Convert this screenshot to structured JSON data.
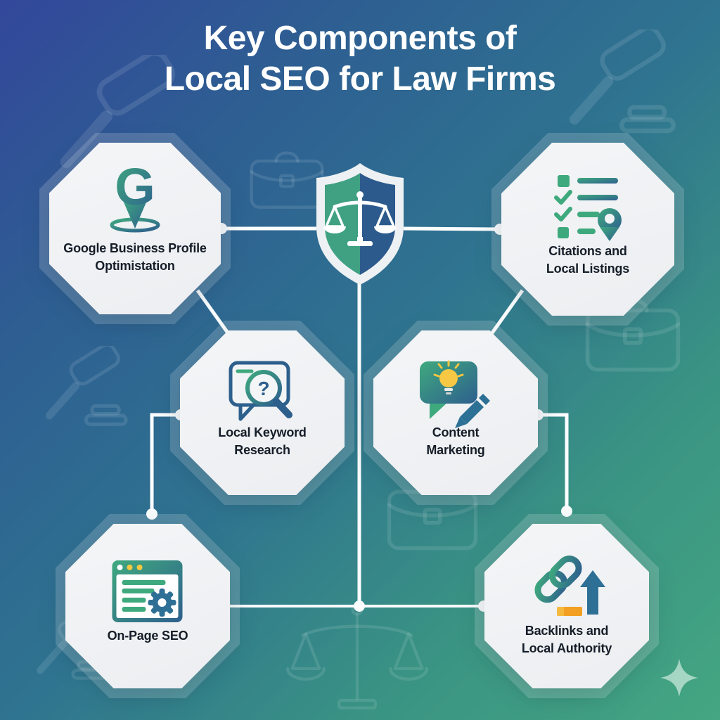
{
  "title": {
    "line1": "Key Components of",
    "line2": "Local SEO for Law Firms"
  },
  "center_icon": "shield-scales-of-justice-icon",
  "nodes": [
    {
      "icon": "google-location-pin-icon",
      "icon_letter": "G",
      "label_line1": "Google Business Profile",
      "label_line2": "Optimistation"
    },
    {
      "icon": "checklist-location-icon",
      "label_line1": "Citations and",
      "label_line2": "Local Listings"
    },
    {
      "icon": "chat-search-icon",
      "icon_glyph": "?",
      "label_line1": "Local Keyword",
      "label_line2": "Research"
    },
    {
      "icon": "lightbulb-chat-pen-icon",
      "label_line1": "Content",
      "label_line2": "Marketing"
    },
    {
      "icon": "browser-gear-icon",
      "label_line1": "On-Page SEO",
      "label_line2": ""
    },
    {
      "icon": "chain-link-arrow-icon",
      "label_line1": "Backlinks and",
      "label_line2": "Local Authority"
    }
  ],
  "background_watermarks": [
    "gavel-icon",
    "briefcase-icon",
    "scales-icon",
    "sparkle-icon"
  ],
  "colors": {
    "gradient_top_left": "#33479b",
    "gradient_mid": "#2f7390",
    "gradient_bottom_right": "#44a682",
    "node_fill": "#f1f3f5",
    "accent_green": "#3fa97e",
    "accent_blue": "#2d5f8d",
    "accent_gold": "#f4c542",
    "accent_orange": "#f2a33c",
    "connector": "#ffffff",
    "label_text": "#151d28",
    "title_text": "#ffffff"
  }
}
